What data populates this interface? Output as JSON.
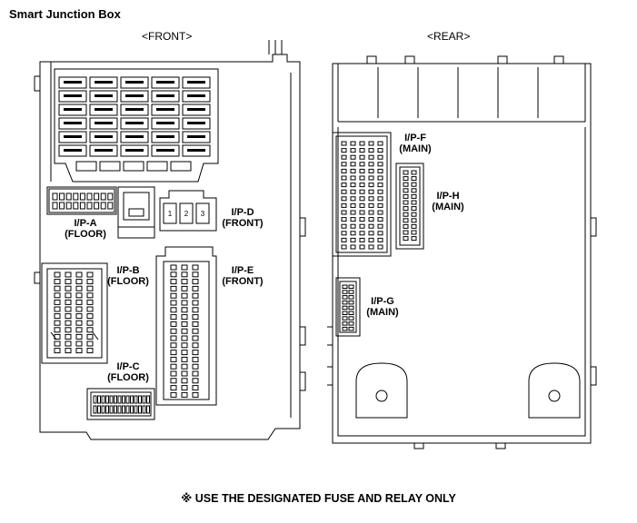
{
  "title": "Smart Junction Box",
  "views": {
    "front": "<FRONT>",
    "rear": "<REAR>"
  },
  "connectors": {
    "ipa": {
      "name": "I/P-A",
      "location": "(FLOOR)"
    },
    "ipb": {
      "name": "I/P-B",
      "location": "(FLOOR)"
    },
    "ipc": {
      "name": "I/P-C",
      "location": "(FLOOR)"
    },
    "ipd": {
      "name": "I/P-D",
      "location": "(FRONT)",
      "pins": [
        "1",
        "2",
        "3"
      ]
    },
    "ipe": {
      "name": "I/P-E",
      "location": "(FRONT)"
    },
    "ipf": {
      "name": "I/P-F",
      "location": "(MAIN)"
    },
    "ipg": {
      "name": "I/P-G",
      "location": "(MAIN)"
    },
    "iph": {
      "name": "I/P-H",
      "location": "(MAIN)"
    }
  },
  "note": "※ USE THE DESIGNATED FUSE AND RELAY ONLY"
}
